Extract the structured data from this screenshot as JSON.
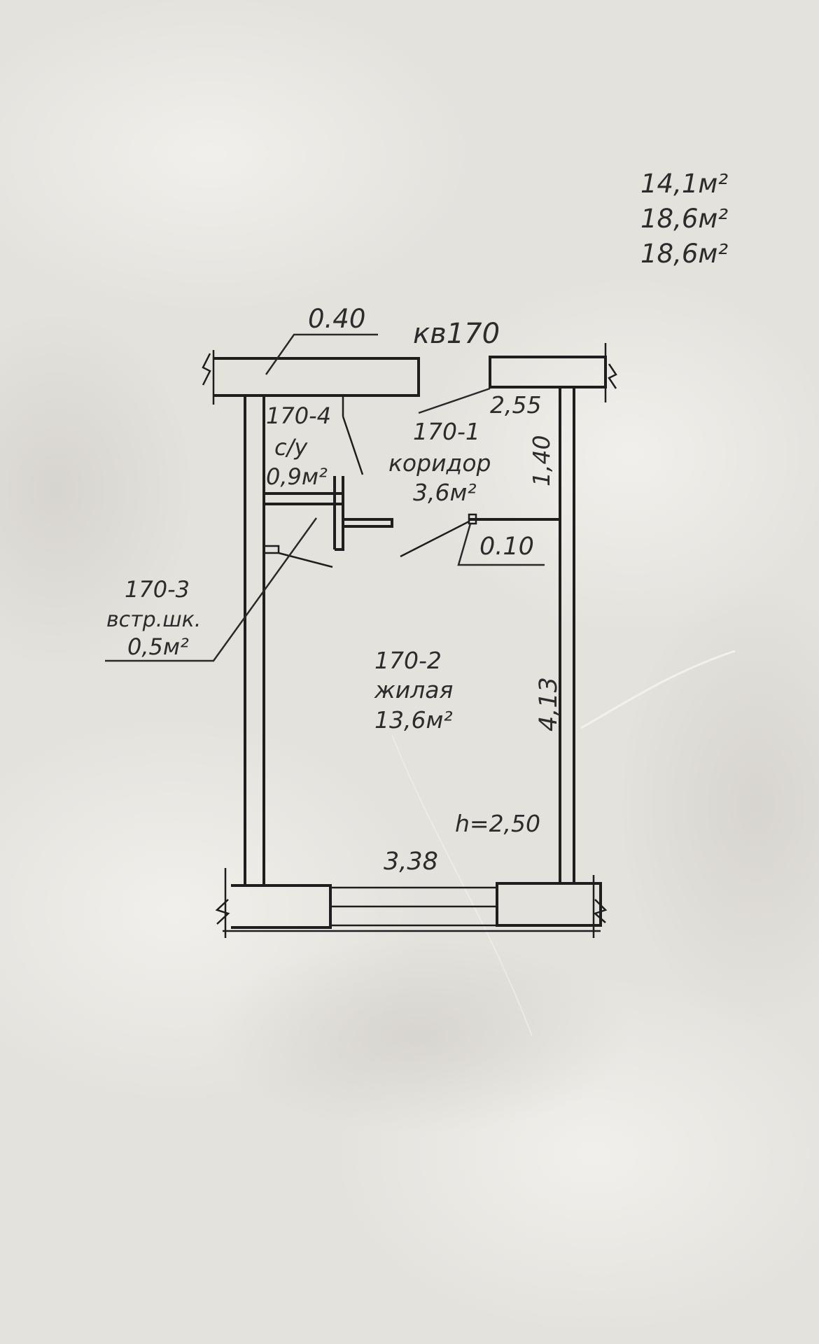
{
  "paper": {
    "background": "#e4e2dd",
    "ink": "#1e1e1e"
  },
  "totals": {
    "line1": "14,1м²",
    "line2": "18,6м²",
    "line3": "18,6м²"
  },
  "apartment": {
    "label": "кв170"
  },
  "dimensions": {
    "wall_thickness": "0.40",
    "corridor_width": "2,55",
    "corridor_length": "1,40",
    "partition": "0.10",
    "room_length": "4,13",
    "room_width": "3,38",
    "ceiling_height": "h=2,50"
  },
  "rooms": {
    "corridor": {
      "id": "170-1",
      "name": "коридор",
      "area": "3,6м²"
    },
    "living": {
      "id": "170-2",
      "name": "жилая",
      "area": "13,6м²"
    },
    "closet": {
      "id": "170-3",
      "name": "встр.шк.",
      "area": "0,5м²"
    },
    "bathroom": {
      "id": "170-4",
      "name": "с/у",
      "area": "0,9м²"
    }
  }
}
